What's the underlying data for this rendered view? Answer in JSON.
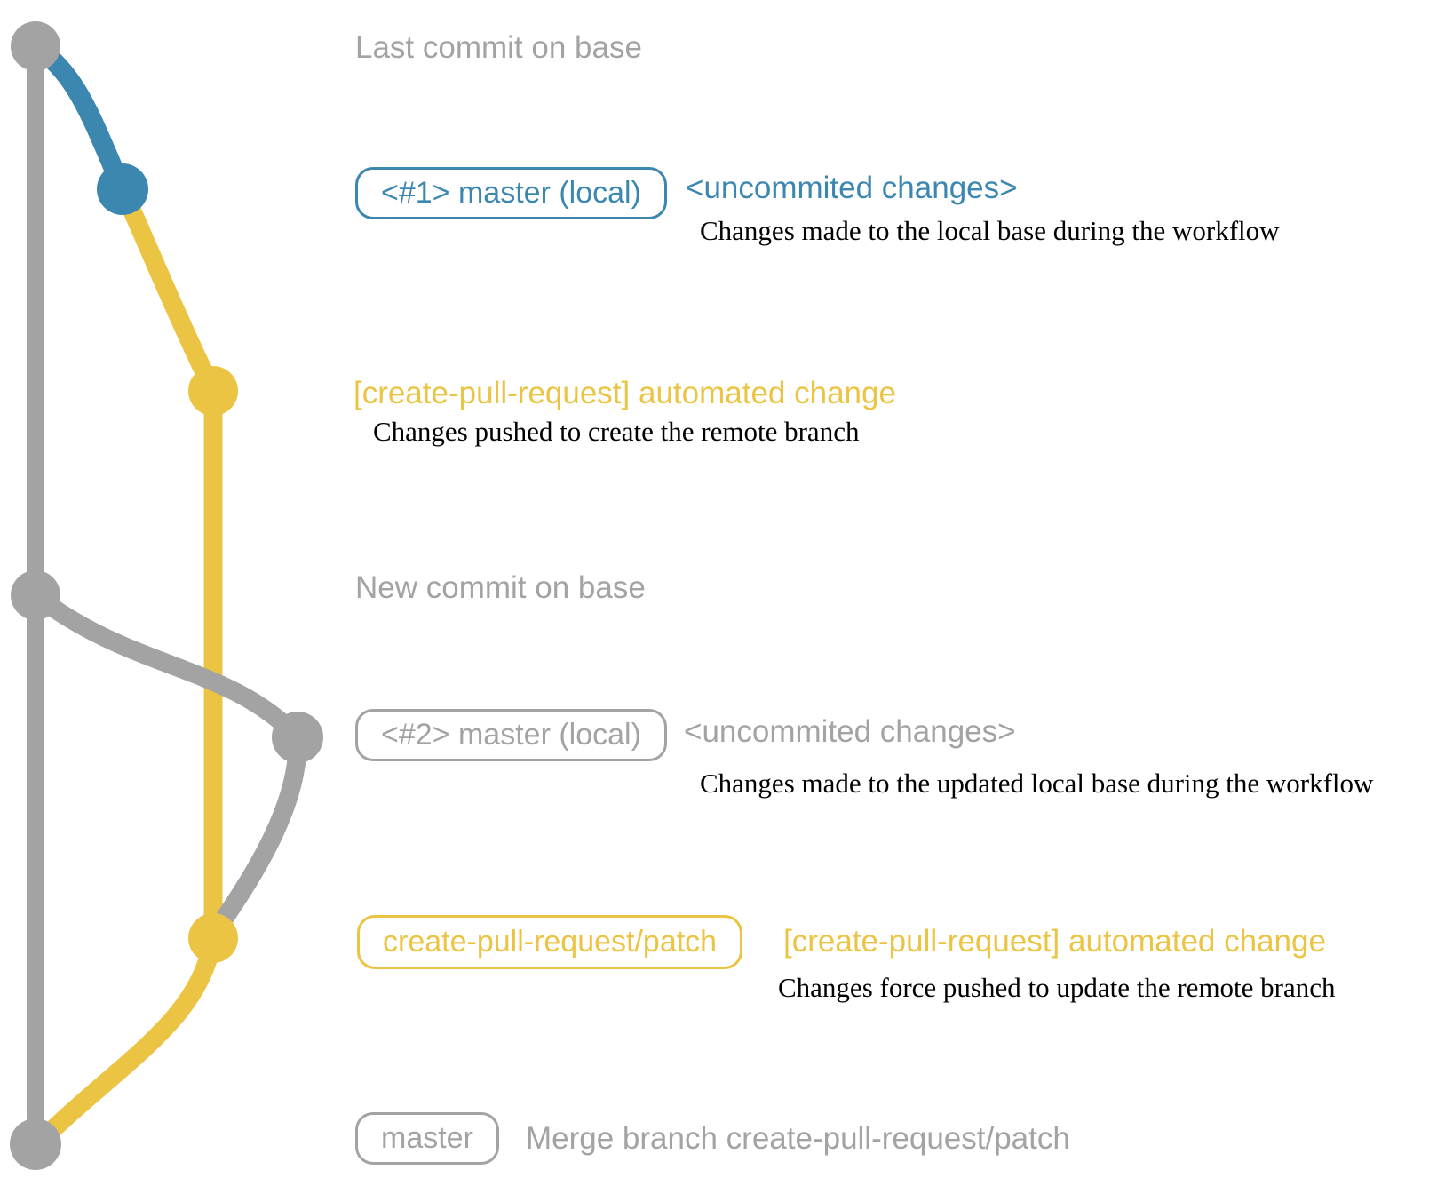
{
  "diagram": {
    "type": "git-branch-graph",
    "colors": {
      "base_gray": "#a3a3a3",
      "local_blue": "#3c87b0",
      "branch_yellow": "#ecc444",
      "note_black": "#000000"
    },
    "labels": {
      "last_commit": "Last commit on base",
      "new_commit": "New commit on base"
    },
    "rows": {
      "first_local": {
        "badge": "<#1> master (local)",
        "title": "<uncommited changes>",
        "description": "Changes made to the local base during the workflow"
      },
      "first_push": {
        "title": "[create-pull-request] automated change",
        "description": "Changes pushed to create the remote branch"
      },
      "second_local": {
        "badge": "<#2> master (local)",
        "title": "<uncommited changes>",
        "description": "Changes made to the updated local base during the workflow"
      },
      "force_push": {
        "badge": "create-pull-request/patch",
        "title": "[create-pull-request] automated change",
        "description": "Changes force pushed to update the remote branch"
      },
      "merge": {
        "badge": "master",
        "title": "Merge branch create-pull-request/patch"
      }
    },
    "commits": [
      {
        "name": "base-last-commit",
        "branch": "master (base)",
        "color": "#a3a3a3"
      },
      {
        "name": "local-commit-1",
        "branch": "master (local)",
        "color": "#3c87b0"
      },
      {
        "name": "patch-branch-commit-1",
        "branch": "create-pull-request/patch",
        "color": "#ecc444"
      },
      {
        "name": "base-new-commit",
        "branch": "master (base)",
        "color": "#a3a3a3"
      },
      {
        "name": "local-commit-2",
        "branch": "master (local)",
        "color": "#a3a3a3"
      },
      {
        "name": "patch-branch-commit-2",
        "branch": "create-pull-request/patch",
        "color": "#ecc444"
      },
      {
        "name": "merge-commit",
        "branch": "master (base)",
        "color": "#a3a3a3"
      }
    ]
  }
}
